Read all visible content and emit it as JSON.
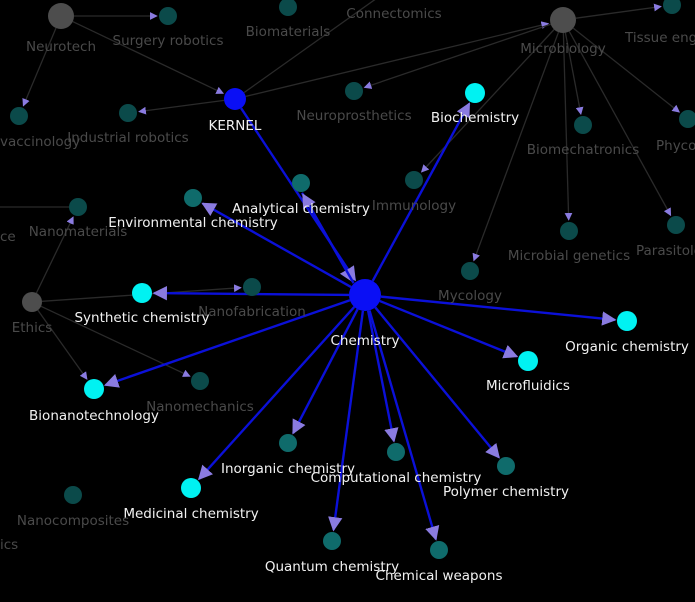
{
  "colors": {
    "background": "#000000",
    "center_node": "#0a0ff5",
    "kernel_node": "#0a0ff5",
    "connected_node": "#00f2f2",
    "teal_node": "#0f6b6b",
    "dim_teal_node": "#0b4a4a",
    "gray_node": "#4d4d4d",
    "main_edge": "#0b10d8",
    "arrowhead": "#8a7be0",
    "background_edge": "#2a2a2a",
    "dim_label": "#4a4a4a",
    "bright_label": "#f2f2f2"
  },
  "graph": {
    "nodes": [
      {
        "id": "chemistry",
        "label": "Chemistry",
        "kind": "center"
      },
      {
        "id": "kernel",
        "label": "KERNEL",
        "kind": "kernel"
      },
      {
        "id": "biochemistry",
        "label": "Biochemistry",
        "kind": "connected"
      },
      {
        "id": "synthetic",
        "label": "Synthetic chemistry",
        "kind": "connected"
      },
      {
        "id": "organic",
        "label": "Organic chemistry",
        "kind": "connected"
      },
      {
        "id": "microfluidics",
        "label": "Microfluidics",
        "kind": "connected"
      },
      {
        "id": "bionano",
        "label": "Bionanotechnology",
        "kind": "connected"
      },
      {
        "id": "medicinal",
        "label": "Medicinal chemistry",
        "kind": "connected"
      },
      {
        "id": "analytical",
        "label": "Analytical chemistry",
        "kind": "teal"
      },
      {
        "id": "environmental",
        "label": "Environmental chemistry",
        "kind": "teal"
      },
      {
        "id": "inorganic",
        "label": "Inorganic chemistry",
        "kind": "teal"
      },
      {
        "id": "computational",
        "label": "Computational chemistry",
        "kind": "teal"
      },
      {
        "id": "polymer",
        "label": "Polymer chemistry",
        "kind": "teal"
      },
      {
        "id": "quantum",
        "label": "Quantum chemistry",
        "kind": "teal"
      },
      {
        "id": "weapons",
        "label": "Chemical weapons",
        "kind": "teal"
      },
      {
        "id": "neurotech",
        "label": "Neurotech",
        "kind": "gray"
      },
      {
        "id": "microbiology",
        "label": "Microbiology",
        "kind": "gray"
      },
      {
        "id": "ethics",
        "label": "Ethics",
        "kind": "gray"
      },
      {
        "id": "surgery",
        "label": "Surgery robotics",
        "kind": "dim"
      },
      {
        "id": "biomaterials",
        "label": "Biomaterials",
        "kind": "dim"
      },
      {
        "id": "connectomics",
        "label": "Connectomics",
        "kind": "dim"
      },
      {
        "id": "tissue",
        "label": "Tissue eng",
        "kind": "dim"
      },
      {
        "id": "vaccinology",
        "label": "vaccinology",
        "kind": "dim"
      },
      {
        "id": "industrial",
        "label": "Industrial robotics",
        "kind": "dim"
      },
      {
        "id": "neuroprosthetics",
        "label": "Neuroprosthetics",
        "kind": "dim"
      },
      {
        "id": "biomechatronics",
        "label": "Biomechatronics",
        "kind": "dim"
      },
      {
        "id": "phyco",
        "label": "Phyco",
        "kind": "dim"
      },
      {
        "id": "immunology",
        "label": "Immunology",
        "kind": "dim"
      },
      {
        "id": "nanomaterials",
        "label": "Nanomaterials",
        "kind": "dim"
      },
      {
        "id": "ce",
        "label": "ce",
        "kind": "dim"
      },
      {
        "id": "microbial",
        "label": "Microbial genetics",
        "kind": "dim"
      },
      {
        "id": "parasitology",
        "label": "Parasitolo",
        "kind": "dim"
      },
      {
        "id": "mycology",
        "label": "Mycology",
        "kind": "dim"
      },
      {
        "id": "nanofabrication",
        "label": "Nanofabrication",
        "kind": "dim"
      },
      {
        "id": "nanomechanics",
        "label": "Nanomechanics",
        "kind": "dim"
      },
      {
        "id": "nanocomposites",
        "label": "Nanocomposites",
        "kind": "dim"
      },
      {
        "id": "ics",
        "label": "ics",
        "kind": "dim"
      }
    ],
    "edges": [
      {
        "from": "kernel",
        "to": "chemistry",
        "type": "main"
      },
      {
        "from": "analytical",
        "to": "chemistry",
        "type": "main"
      },
      {
        "from": "chemistry",
        "to": "analytical",
        "type": "main"
      },
      {
        "from": "chemistry",
        "to": "biochemistry",
        "type": "main"
      },
      {
        "from": "chemistry",
        "to": "environmental",
        "type": "main"
      },
      {
        "from": "chemistry",
        "to": "synthetic",
        "type": "main"
      },
      {
        "from": "chemistry",
        "to": "organic",
        "type": "main"
      },
      {
        "from": "chemistry",
        "to": "microfluidics",
        "type": "main"
      },
      {
        "from": "chemistry",
        "to": "bionano",
        "type": "main"
      },
      {
        "from": "chemistry",
        "to": "medicinal",
        "type": "main"
      },
      {
        "from": "chemistry",
        "to": "inorganic",
        "type": "main"
      },
      {
        "from": "chemistry",
        "to": "computational",
        "type": "main"
      },
      {
        "from": "chemistry",
        "to": "polymer",
        "type": "main"
      },
      {
        "from": "chemistry",
        "to": "quantum",
        "type": "main"
      },
      {
        "from": "chemistry",
        "to": "weapons",
        "type": "main"
      },
      {
        "from": "neurotech",
        "to": "kernel",
        "type": "background"
      },
      {
        "from": "neurotech",
        "to": "surgery",
        "type": "background"
      },
      {
        "from": "kernel",
        "to": "microbiology",
        "type": "background"
      },
      {
        "from": "kernel",
        "to": "connectomics",
        "type": "background"
      },
      {
        "from": "kernel",
        "to": "industrial",
        "type": "background"
      },
      {
        "from": "neurotech",
        "to": "vaccinology",
        "type": "background"
      },
      {
        "from": "microbiology",
        "to": "biomechatronics",
        "type": "background"
      },
      {
        "from": "microbiology",
        "to": "microbial",
        "type": "background"
      },
      {
        "from": "microbiology",
        "to": "parasitology",
        "type": "background"
      },
      {
        "from": "microbiology",
        "to": "phyco",
        "type": "background"
      },
      {
        "from": "microbiology",
        "to": "mycology",
        "type": "background"
      },
      {
        "from": "microbiology",
        "to": "tissue",
        "type": "background"
      },
      {
        "from": "microbiology",
        "to": "neuroprosthetics",
        "type": "background"
      },
      {
        "from": "microbiology",
        "to": "immunology",
        "type": "background"
      },
      {
        "from": "ethics",
        "to": "nanomaterials",
        "type": "background"
      },
      {
        "from": "ethics",
        "to": "nanofabrication",
        "type": "background"
      },
      {
        "from": "ethics",
        "to": "nanomechanics",
        "type": "background"
      },
      {
        "from": "ethics",
        "to": "bionano",
        "type": "background"
      },
      {
        "from": "nanomaterials",
        "to": "ce",
        "type": "background"
      }
    ]
  }
}
